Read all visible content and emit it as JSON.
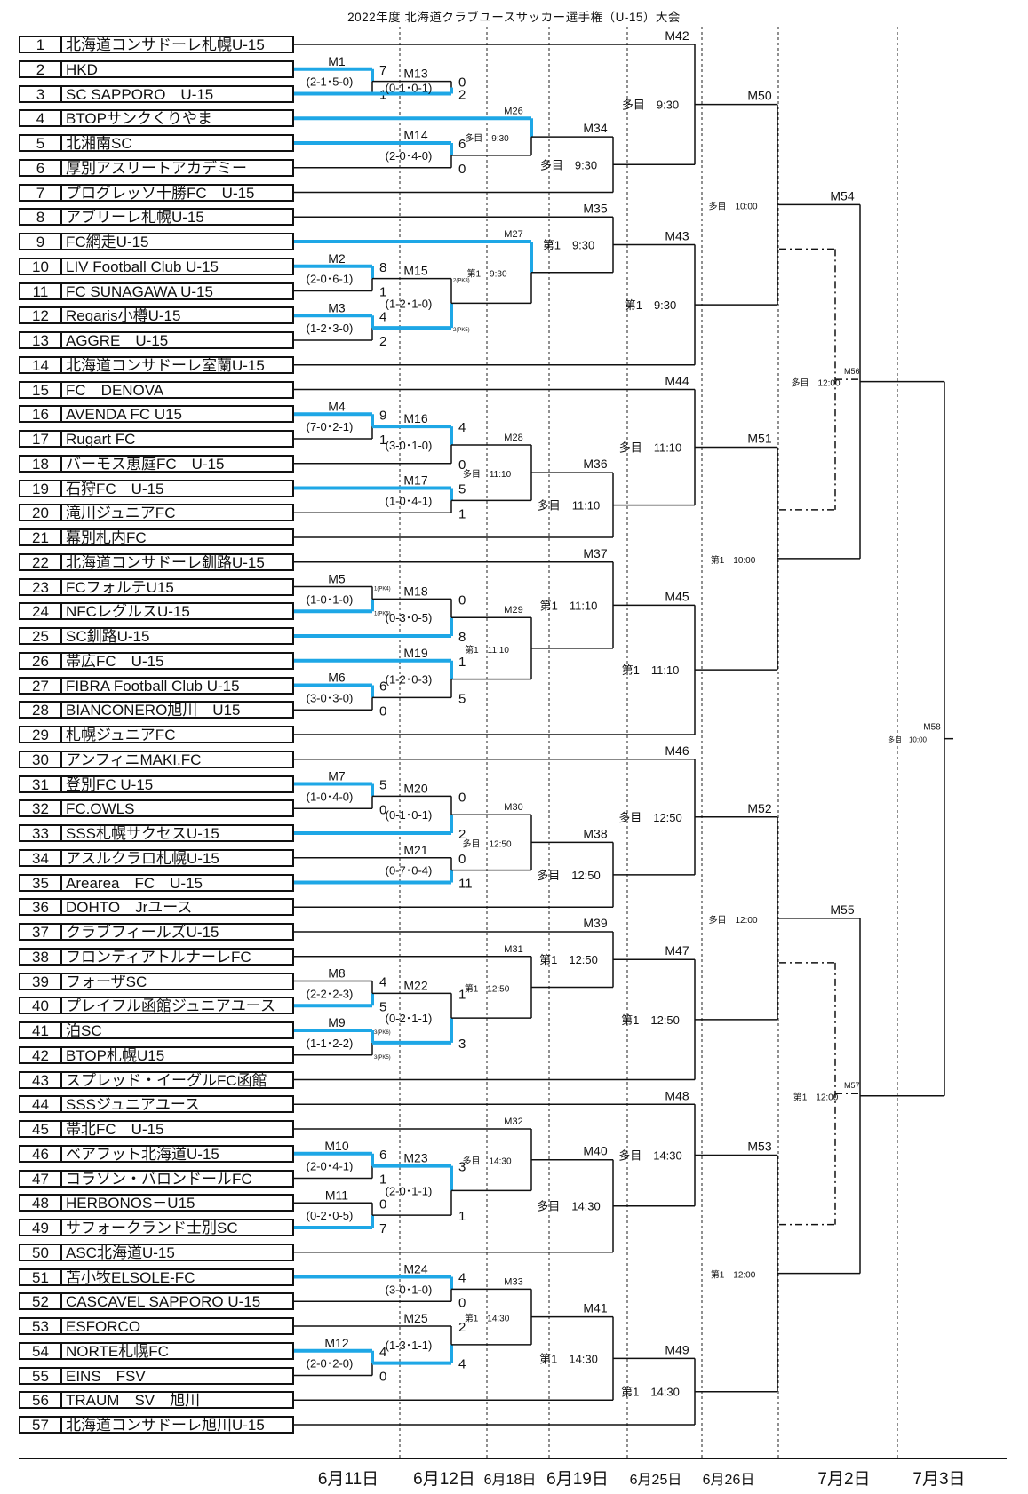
{
  "title": "2022年度 北海道クラブユースサッカー選手権（U-15）大会",
  "days": [
    "6月11日",
    "6月12日",
    "6月18日",
    "6月19日",
    "6月25日",
    "6月26日",
    "7月2日",
    "7月3日"
  ],
  "teams": [
    {
      "num": "1",
      "name": "北海道コンサドーレ札幌U-15"
    },
    {
      "num": "2",
      "name": "HKD"
    },
    {
      "num": "3",
      "name": "SC SAPPORO　U-15"
    },
    {
      "num": "4",
      "name": "BTOPサンクくりやま"
    },
    {
      "num": "5",
      "name": "北湘南SC"
    },
    {
      "num": "6",
      "name": "厚別アスリートアカデミー"
    },
    {
      "num": "7",
      "name": "プログレッソ十勝FC　U-15"
    },
    {
      "num": "8",
      "name": "アブリーレ札幌U-15"
    },
    {
      "num": "9",
      "name": "FC網走U-15"
    },
    {
      "num": "10",
      "name": "LIV Football Club U-15"
    },
    {
      "num": "11",
      "name": "FC SUNAGAWA U-15"
    },
    {
      "num": "12",
      "name": "Regaris小樽U-15"
    },
    {
      "num": "13",
      "name": "AGGRE　U-15"
    },
    {
      "num": "14",
      "name": "北海道コンサドーレ室蘭U-15"
    },
    {
      "num": "15",
      "name": "FC　DENOVA"
    },
    {
      "num": "16",
      "name": "AVENDA FC U15"
    },
    {
      "num": "17",
      "name": "Rugart FC"
    },
    {
      "num": "18",
      "name": "バーモス恵庭FC　U-15"
    },
    {
      "num": "19",
      "name": "石狩FC　U-15"
    },
    {
      "num": "20",
      "name": "滝川ジュニアFC"
    },
    {
      "num": "21",
      "name": "幕別札内FC"
    },
    {
      "num": "22",
      "name": "北海道コンサドーレ釧路U-15"
    },
    {
      "num": "23",
      "name": "FCフォルテU15"
    },
    {
      "num": "24",
      "name": "NFCレグルスU-15"
    },
    {
      "num": "25",
      "name": "SC釧路U-15"
    },
    {
      "num": "26",
      "name": "帯広FC　U-15"
    },
    {
      "num": "27",
      "name": "FIBRA Football Club U-15"
    },
    {
      "num": "28",
      "name": "BIANCONERO旭川　U15"
    },
    {
      "num": "29",
      "name": "札幌ジュニアFC"
    },
    {
      "num": "30",
      "name": "アンフィニMAKI.FC"
    },
    {
      "num": "31",
      "name": "登別FC U-15"
    },
    {
      "num": "32",
      "name": "FC.OWLS"
    },
    {
      "num": "33",
      "name": "SSS札幌サクセスU-15"
    },
    {
      "num": "34",
      "name": "アスルクラロ札幌U-15"
    },
    {
      "num": "35",
      "name": "Arearea　FC　U-15"
    },
    {
      "num": "36",
      "name": "DOHTO　Jrユース"
    },
    {
      "num": "37",
      "name": "クラブフィールズU-15"
    },
    {
      "num": "38",
      "name": "フロンティアトルナーレFC"
    },
    {
      "num": "39",
      "name": "フォーザSC"
    },
    {
      "num": "40",
      "name": "プレイフル函館ジュニアユース"
    },
    {
      "num": "41",
      "name": "泊SC"
    },
    {
      "num": "42",
      "name": "BTOP札幌U15"
    },
    {
      "num": "43",
      "name": "スプレッド・イーグルFC函館"
    },
    {
      "num": "44",
      "name": "SSSジュニアユース"
    },
    {
      "num": "45",
      "name": "帯北FC　U-15"
    },
    {
      "num": "46",
      "name": "ベアフット北海道U-15"
    },
    {
      "num": "47",
      "name": "コラソン・バロンドールFC"
    },
    {
      "num": "48",
      "name": "HERBONOS－U15"
    },
    {
      "num": "49",
      "name": "サフォークランド士別SC"
    },
    {
      "num": "50",
      "name": "ASC北海道U-15"
    },
    {
      "num": "51",
      "name": "苫小牧ELSOLE-FC"
    },
    {
      "num": "52",
      "name": "CASCAVEL SAPPORO U-15"
    },
    {
      "num": "53",
      "name": "ESFORCO"
    },
    {
      "num": "54",
      "name": "NORTE札幌FC"
    },
    {
      "num": "55",
      "name": "EINS　FSV"
    },
    {
      "num": "56",
      "name": "TRAUM　SV　旭川"
    },
    {
      "num": "57",
      "name": "北海道コンサドーレ旭川U-15"
    }
  ],
  "matches": [
    {
      "id": "M1",
      "pos": 1,
      "lo": 2,
      "hi": 3,
      "w": "a",
      "lab": "M1",
      "n": "(2-1･5-0)",
      "sa": "7",
      "sb": "1"
    },
    {
      "id": "M2",
      "pos": 1,
      "lo": 10,
      "hi": 11,
      "w": "a",
      "lab": "M2",
      "n": "(2-0･6-1)",
      "sa": "8",
      "sb": "1"
    },
    {
      "id": "M3",
      "pos": 1,
      "lo": 12,
      "hi": 13,
      "w": "a",
      "lab": "M3",
      "n": "(1-2･3-0)",
      "sa": "4",
      "sb": "2"
    },
    {
      "id": "M4",
      "pos": 1,
      "lo": 16,
      "hi": 17,
      "w": "a",
      "lab": "M4",
      "n": "(7-0･2-1)",
      "sa": "9",
      "sb": "1"
    },
    {
      "id": "M5",
      "pos": 1,
      "lo": 23,
      "hi": 24,
      "w": "b",
      "lab": "M5",
      "n": "(1-0･1-0)",
      "pa": "1(PK4)",
      "pb": "1(PK5)"
    },
    {
      "id": "M6",
      "pos": 1,
      "lo": 27,
      "hi": 28,
      "w": "a",
      "lab": "M6",
      "n": "(3-0･3-0)",
      "sa": "6",
      "sb": "0"
    },
    {
      "id": "M7",
      "pos": 1,
      "lo": 31,
      "hi": 32,
      "w": "a",
      "lab": "M7",
      "n": "(1-0･4-0)",
      "sa": "5",
      "sb": "0"
    },
    {
      "id": "M8",
      "pos": 1,
      "lo": 39,
      "hi": 40,
      "w": "b",
      "lab": "M8",
      "n": "(2-2･2-3)",
      "sa": "4",
      "sb": "5"
    },
    {
      "id": "M9",
      "pos": 1,
      "lo": 41,
      "hi": 42,
      "w": "a",
      "lab": "M9",
      "n": "(1-1･2-2)",
      "pa": "3(PK6)",
      "pb": "3(PK5)"
    },
    {
      "id": "M10",
      "pos": 1,
      "lo": 46,
      "hi": 47,
      "w": "a",
      "lab": "M10",
      "n": "(2-0･4-1)",
      "sa": "6",
      "sb": "1"
    },
    {
      "id": "M11",
      "pos": 1,
      "lo": 48,
      "hi": 49,
      "w": "b",
      "lab": "M11",
      "n": "(0-2･0-5)",
      "sa": "0",
      "sb": "7"
    },
    {
      "id": "M12",
      "pos": 1,
      "lo": 54,
      "hi": 55,
      "w": "a",
      "lab": "M12",
      "n": "(2-0･2-0)",
      "sa": "4",
      "sb": "0"
    },
    {
      "id": "M13",
      "pos": 2,
      "lo": "M1",
      "hi": 3,
      "w": "b",
      "lab": "M13",
      "n": "(0-1･0-1)",
      "sa": "0",
      "sb": "2"
    },
    {
      "id": "M14",
      "pos": 2,
      "lo": 5,
      "hi": 6,
      "w": "a",
      "lab": "M14",
      "n": "(2-0･4-0)",
      "sa": "6",
      "sb": "0"
    },
    {
      "id": "M15",
      "pos": 2,
      "lo": "M2",
      "hi": "M3",
      "w": "b",
      "lab": "M15",
      "n": "(1-2･1-0)",
      "pa": "2(PK3)",
      "pb": "2(PK5)"
    },
    {
      "id": "M16",
      "pos": 2,
      "lo": "M4",
      "hi": 18,
      "w": "a",
      "lab": "M16",
      "n": "(3-0･1-0)",
      "sa": "4",
      "sb": "0"
    },
    {
      "id": "M17",
      "pos": 2,
      "lo": 19,
      "hi": 20,
      "w": "a",
      "lab": "M17",
      "n": "(1-0･4-1)",
      "sa": "5",
      "sb": "1"
    },
    {
      "id": "M18",
      "pos": 2,
      "lo": "M5",
      "hi": 25,
      "w": "b",
      "lab": "M18",
      "n": "(0-3･0-5)",
      "sa": "0",
      "sb": "8"
    },
    {
      "id": "M19",
      "pos": 2,
      "lo": 26,
      "hi": "M6",
      "w": "a",
      "lab": "M19",
      "n": "(1-2･0-3)",
      "sa": "1",
      "sb": "5"
    },
    {
      "id": "M20",
      "pos": 2,
      "lo": "M7",
      "hi": 33,
      "w": "b",
      "lab": "M20",
      "n": "(0-1･0-1)",
      "sa": "0",
      "sb": "2"
    },
    {
      "id": "M21",
      "pos": 2,
      "lo": 34,
      "hi": 35,
      "w": "b",
      "lab": "M21",
      "n": "(0-7･0-4)",
      "sa": "0",
      "sb": "11"
    },
    {
      "id": "M22",
      "pos": 2,
      "lo": "M8",
      "hi": "M9",
      "w": "b",
      "lab": "M22",
      "n": "(0-2･1-1)",
      "sa": "1",
      "sb": "3"
    },
    {
      "id": "M23",
      "pos": 2,
      "lo": "M10",
      "hi": "M11",
      "w": "a",
      "lab": "M23",
      "n": "(2-0･1-1)",
      "sa": "3",
      "sb": "1"
    },
    {
      "id": "M24",
      "pos": 2,
      "lo": 51,
      "hi": 52,
      "w": "a",
      "lab": "M24",
      "n": "(3-0･1-0)",
      "sa": "4",
      "sb": "0"
    },
    {
      "id": "M25",
      "pos": 2,
      "lo": 53,
      "hi": "M12",
      "w": "b",
      "lab": "M25",
      "n": "(1-3･1-1)",
      "sa": "2",
      "sb": "4"
    },
    {
      "id": "M26",
      "pos": 3,
      "lo": 4,
      "hi": "M14",
      "w": "a",
      "wl": "M13",
      "lab": "M26",
      "n": "多目　9:30"
    },
    {
      "id": "M27",
      "pos": 3,
      "lo": 9,
      "hi": "M15",
      "w": "a",
      "lab": "M27",
      "n": "第1　9:30"
    },
    {
      "id": "M28",
      "pos": 3,
      "lo": "M16",
      "hi": "M17",
      "lab": "M28",
      "n": "多目　11:10"
    },
    {
      "id": "M29",
      "pos": 3,
      "lo": "M18",
      "hi": "M19",
      "lab": "M29",
      "n": "第1　11:10"
    },
    {
      "id": "M30",
      "pos": 3,
      "lo": "M20",
      "hi": "M21",
      "lab": "M30",
      "n": "多目　12:50"
    },
    {
      "id": "M31",
      "pos": 3,
      "lo": 38,
      "hi": "M22",
      "lab": "M31",
      "n": "第1　12:50"
    },
    {
      "id": "M32",
      "pos": 3,
      "lo": 45,
      "hi": "M23",
      "lab": "M32",
      "n": "多目　14:30"
    },
    {
      "id": "M33",
      "pos": 3,
      "lo": "M24",
      "hi": "M25",
      "lab": "M33",
      "n": "第1　14:30"
    },
    {
      "id": "M34",
      "pos": 4,
      "lo": "M26",
      "hi": 7,
      "lab": "M34",
      "n": "多目　9:30"
    },
    {
      "id": "M35",
      "pos": 4,
      "lo": 8,
      "hi": "M27",
      "lab": "M35",
      "n": "第1　9:30"
    },
    {
      "id": "M36",
      "pos": 4,
      "lo": "M28",
      "hi": 21,
      "lab": "M36",
      "n": "多目　11:10"
    },
    {
      "id": "M37",
      "pos": 4,
      "lo": 22,
      "hi": "M29",
      "lab": "M37",
      "n": "第1　11:10"
    },
    {
      "id": "M38",
      "pos": 4,
      "lo": "M30",
      "hi": 36,
      "lab": "M38",
      "n": "多目　12:50"
    },
    {
      "id": "M39",
      "pos": 4,
      "lo": 37,
      "hi": "M31",
      "lab": "M39",
      "n": "第1　12:50"
    },
    {
      "id": "M40",
      "pos": 4,
      "lo": "M32",
      "hi": 50,
      "lab": "M40",
      "n": "多目　14:30"
    },
    {
      "id": "M41",
      "pos": 4,
      "lo": "M33",
      "hi": 56,
      "lab": "M41",
      "n": "第1　14:30"
    },
    {
      "id": "M42",
      "pos": 5,
      "lo": 1,
      "hi": "M34",
      "lab": "M42",
      "n": "多目　9:30"
    },
    {
      "id": "M43",
      "pos": 5,
      "lo": "M35",
      "hi": 14,
      "lab": "M43",
      "n": "第1　9:30"
    },
    {
      "id": "M44",
      "pos": 5,
      "lo": 15,
      "hi": "M36",
      "lab": "M44",
      "n": "多目　11:10"
    },
    {
      "id": "M45",
      "pos": 5,
      "lo": "M37",
      "hi": 29,
      "lab": "M45",
      "n": "第1　11:10"
    },
    {
      "id": "M46",
      "pos": 5,
      "lo": 30,
      "hi": "M38",
      "lab": "M46",
      "n": "多目　12:50"
    },
    {
      "id": "M47",
      "pos": 5,
      "lo": "M39",
      "hi": 43,
      "lab": "M47",
      "n": "第1　12:50"
    },
    {
      "id": "M48",
      "pos": 5,
      "lo": 44,
      "hi": "M40",
      "lab": "M48",
      "n": "多目　14:30"
    },
    {
      "id": "M49",
      "pos": 5,
      "lo": "M41",
      "hi": 57,
      "lab": "M49",
      "n": "第1　14:30"
    },
    {
      "id": "M50",
      "pos": 6,
      "lo": "M42",
      "hi": "M43",
      "lab": "M50",
      "n": "多目　10:00"
    },
    {
      "id": "M51",
      "pos": 6,
      "lo": "M44",
      "hi": "M45",
      "lab": "M51",
      "n": "第1　10:00"
    },
    {
      "id": "M52",
      "pos": 6,
      "lo": "M46",
      "hi": "M47",
      "lab": "M52",
      "n": "多目　12:00"
    },
    {
      "id": "M53",
      "pos": 6,
      "lo": "M48",
      "hi": "M49",
      "lab": "M53",
      "n": "第1　12:00"
    },
    {
      "id": "M54",
      "pos": 7,
      "lo": "M50",
      "hi": "M51",
      "lab": "M54",
      "n": "多目　12:00"
    },
    {
      "id": "M55",
      "pos": 7,
      "lo": "M52",
      "hi": "M53",
      "lab": "M55",
      "n": "第1　12:00"
    },
    {
      "id": "M58",
      "pos": 8,
      "lo": "M54",
      "hi": "M55",
      "lab": "M58",
      "n": "多目　10:00"
    }
  ],
  "third_place": [
    {
      "lab": "M56",
      "lo": "M50",
      "hi": "M51"
    },
    {
      "lab": "M57",
      "lo": "M52",
      "hi": "M53"
    }
  ],
  "colors": {
    "line": "#111111",
    "winner": "#1ea7e6",
    "divider": "#222222"
  }
}
